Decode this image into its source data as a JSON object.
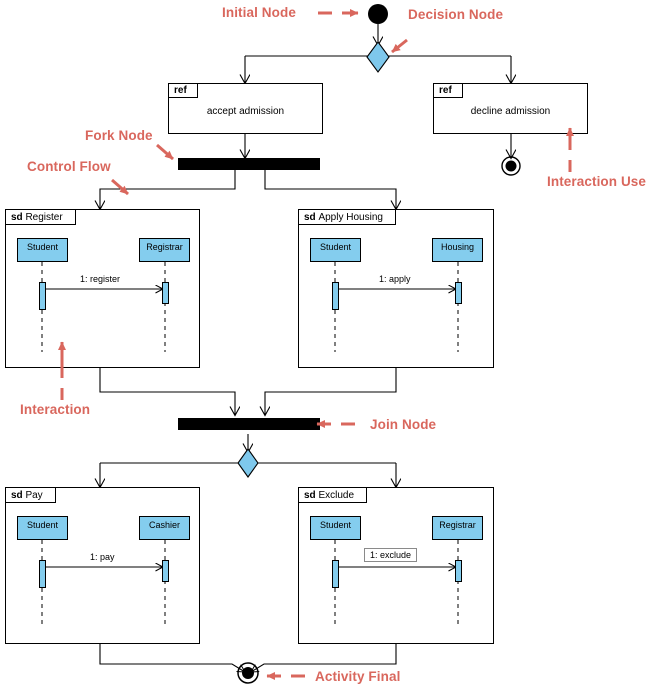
{
  "diagram": {
    "kind": "uml-interaction-overview-diagram",
    "colors": {
      "annotation": "#d9675d",
      "lifeline_fill": "#84cdee",
      "decision_fill": "#7ec8ec",
      "node_stroke": "#000000",
      "bar_fill": "#000000",
      "background": "#ffffff"
    }
  },
  "annotations": [
    {
      "id": "initial-node",
      "label": "Initial Node"
    },
    {
      "id": "decision-node",
      "label": "Decision Node"
    },
    {
      "id": "fork-node",
      "label": "Fork Node"
    },
    {
      "id": "control-flow",
      "label": "Control Flow"
    },
    {
      "id": "interaction-use",
      "label": "Interaction Use"
    },
    {
      "id": "interaction",
      "label": "Interaction"
    },
    {
      "id": "join-node",
      "label": "Join Node"
    },
    {
      "id": "activity-final",
      "label": "Activity Final"
    }
  ],
  "interaction_uses": [
    {
      "id": "accept-admission",
      "keyword": "ref",
      "name": "accept admission"
    },
    {
      "id": "decline-admission",
      "keyword": "ref",
      "name": "decline admission"
    }
  ],
  "interactions": [
    {
      "id": "register",
      "keyword": "sd",
      "name": "Register",
      "lifelines": [
        {
          "id": "student",
          "name": "Student"
        },
        {
          "id": "registrar",
          "name": "Registrar"
        }
      ],
      "messages": [
        {
          "id": "register-msg",
          "label": "1: register",
          "from": "student",
          "to": "registrar",
          "boxed": false
        }
      ]
    },
    {
      "id": "apply-housing",
      "keyword": "sd",
      "name": "Apply Housing",
      "lifelines": [
        {
          "id": "student",
          "name": "Student"
        },
        {
          "id": "housing",
          "name": "Housing"
        }
      ],
      "messages": [
        {
          "id": "apply-msg",
          "label": "1: apply",
          "from": "student",
          "to": "housing",
          "boxed": false
        }
      ]
    },
    {
      "id": "pay",
      "keyword": "sd",
      "name": "Pay",
      "lifelines": [
        {
          "id": "student",
          "name": "Student"
        },
        {
          "id": "cashier",
          "name": "Cashier"
        }
      ],
      "messages": [
        {
          "id": "pay-msg",
          "label": "1: pay",
          "from": "student",
          "to": "cashier",
          "boxed": false
        }
      ]
    },
    {
      "id": "exclude",
      "keyword": "sd",
      "name": "Exclude",
      "lifelines": [
        {
          "id": "student",
          "name": "Student"
        },
        {
          "id": "registrar",
          "name": "Registrar"
        }
      ],
      "messages": [
        {
          "id": "exclude-msg",
          "label": "1: exclude",
          "from": "student",
          "to": "registrar",
          "boxed": true
        }
      ]
    }
  ],
  "control_nodes": [
    {
      "id": "initial",
      "type": "initial"
    },
    {
      "id": "decision-top",
      "type": "decision"
    },
    {
      "id": "fork",
      "type": "fork"
    },
    {
      "id": "join",
      "type": "join"
    },
    {
      "id": "decision-mid",
      "type": "decision"
    },
    {
      "id": "final-decline",
      "type": "activity-final"
    },
    {
      "id": "final-main",
      "type": "activity-final"
    }
  ]
}
